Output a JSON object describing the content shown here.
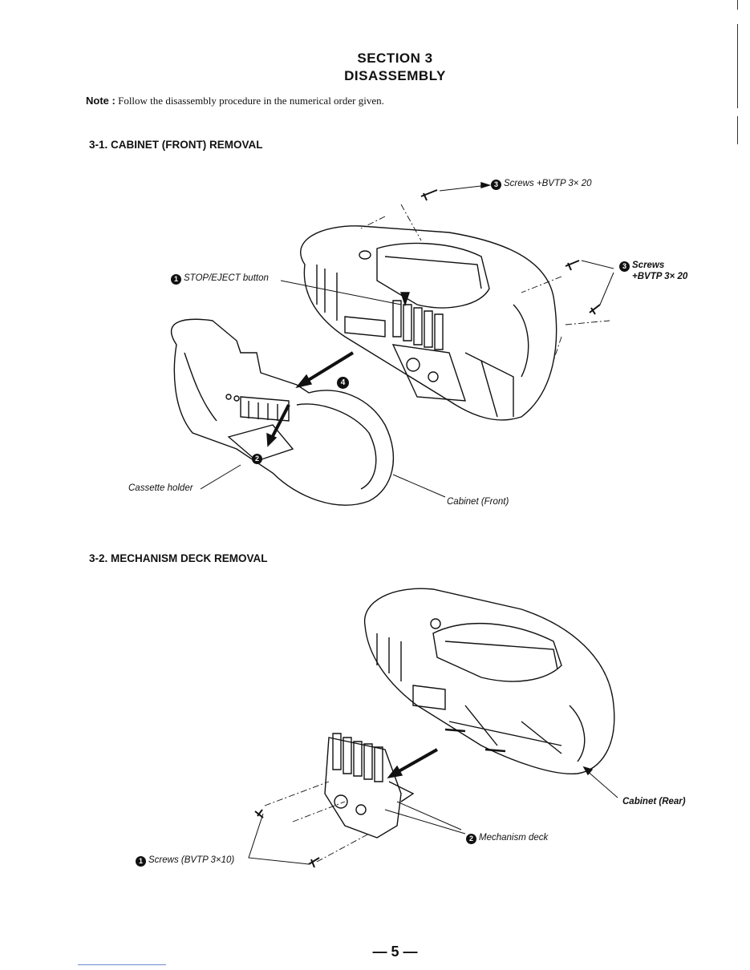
{
  "header": {
    "section": "SECTION 3",
    "title": "DISASSEMBLY"
  },
  "note": {
    "label": "Note :",
    "text": "Follow the disassembly procedure in the numerical order given."
  },
  "section_1": {
    "heading": "3-1. CABINET (FRONT) REMOVAL",
    "callouts": {
      "screws_top": {
        "num": "3",
        "text": "Screws +BVTP 3× 20"
      },
      "screws_right": {
        "num": "3",
        "line1": "Screws",
        "line2": "+BVTP 3× 20"
      },
      "stop_eject": {
        "num": "1",
        "text": "STOP/EJECT button"
      },
      "step_2": "2",
      "step_4": "4",
      "cassette_holder": "Cassette holder",
      "cabinet_front": "Cabinet (Front)"
    }
  },
  "section_2": {
    "heading": "3-2. MECHANISM DECK REMOVAL",
    "callouts": {
      "cabinet_rear": "Cabinet (Rear)",
      "mechanism_deck": {
        "num": "2",
        "text": "Mechanism deck"
      },
      "screws": {
        "num": "1",
        "text": "Screws (BVTP 3×10)"
      }
    }
  },
  "footer": {
    "page": "— 5 —"
  }
}
